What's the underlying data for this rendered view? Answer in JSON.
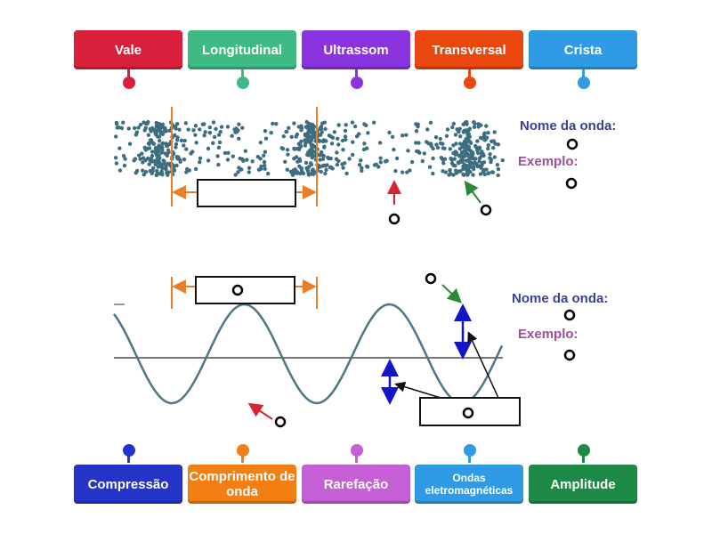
{
  "top_labels": [
    {
      "text": "Vale",
      "color": "#d9203a"
    },
    {
      "text": "Longitudinal",
      "color": "#3dbb83"
    },
    {
      "text": "Ultrassom",
      "color": "#8a34df"
    },
    {
      "text": "Transversal",
      "color": "#e9470f"
    },
    {
      "text": "Crista",
      "color": "#2f9be4"
    }
  ],
  "bottom_labels": [
    {
      "text": "Compressão",
      "color": "#2434c9"
    },
    {
      "text": "Comprimento de onda",
      "color": "#f37e12"
    },
    {
      "text": "Rarefação",
      "color": "#c55fd6"
    },
    {
      "text": "Ondas eletromagnéticas",
      "color": "#2f9be4",
      "small": true
    },
    {
      "text": "Amplitude",
      "color": "#1e8a47"
    }
  ],
  "diagram1": {
    "wave_name_label": "Nome da onda:",
    "example_label": "Exemplo:"
  },
  "diagram2": {
    "wave_name_label": "Nome da onda:",
    "example_label": "Exemplo:"
  },
  "colors": {
    "particles": "#3d6e80",
    "wave": "#4f7683",
    "name_label": "#3b3f9e",
    "example_label": "#9b4f9c",
    "wavelength_marker": "#e87d2a",
    "amplitude_arrow": "#1515c8"
  }
}
